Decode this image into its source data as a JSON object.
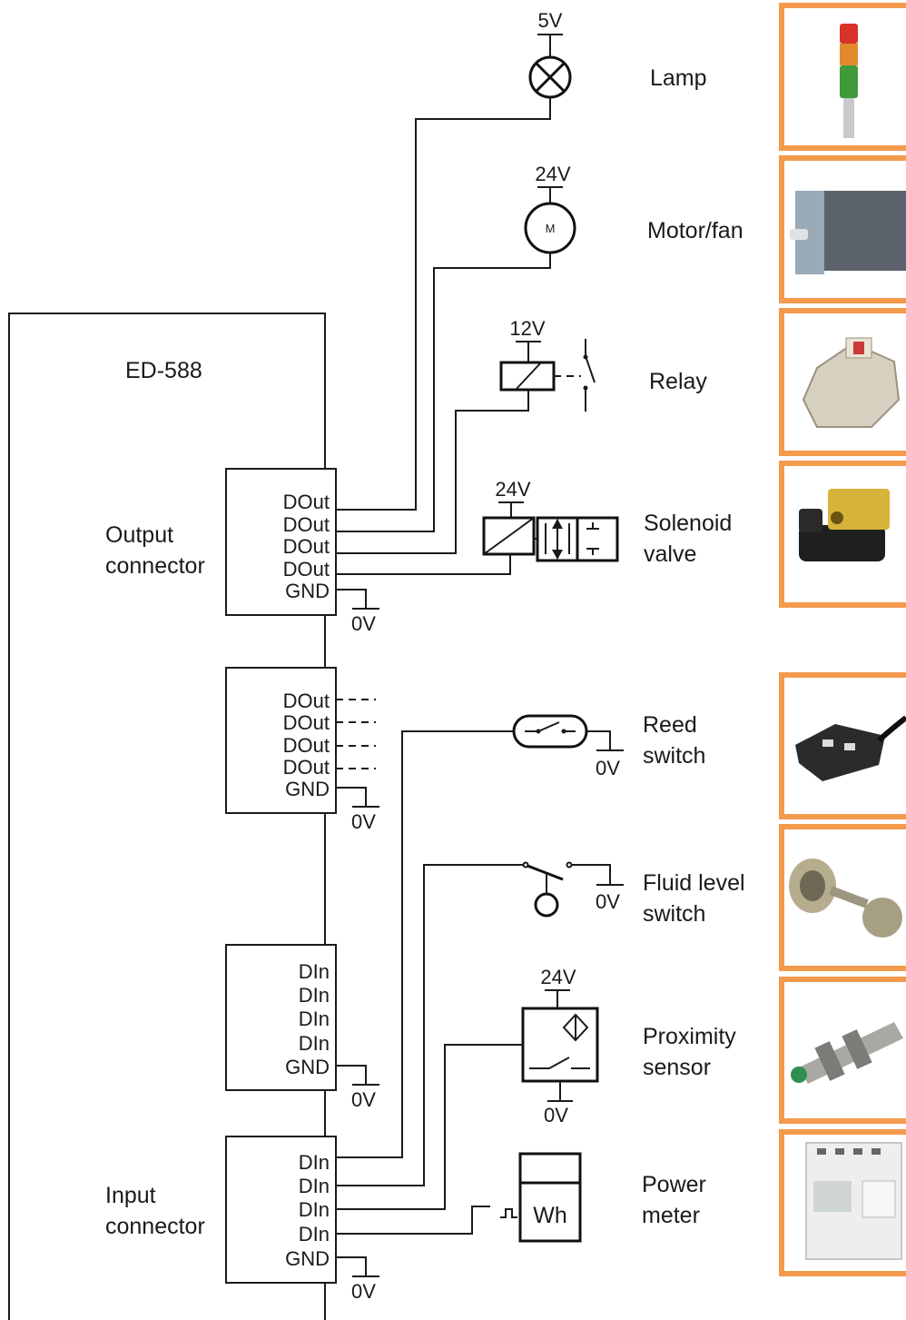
{
  "device": {
    "name": "ED-588"
  },
  "connectors": {
    "output": {
      "label_line1": "Output",
      "label_line2": "connector"
    },
    "input": {
      "label_line1": "Input",
      "label_line2": "connector"
    }
  },
  "pins": {
    "dout": "DOut",
    "din": "DIn",
    "gnd": "GND"
  },
  "ground_label": "0V",
  "voltages": {
    "lamp": "5V",
    "motor": "24V",
    "relay": "12V",
    "solenoid": "24V",
    "proximity": "24V"
  },
  "symbols": {
    "motor": "M",
    "meter": "Wh"
  },
  "devices": {
    "lamp": {
      "line1": "Lamp"
    },
    "motor": {
      "line1": "Motor/fan"
    },
    "relay": {
      "line1": "Relay"
    },
    "solenoid": {
      "line1": "Solenoid",
      "line2": "valve"
    },
    "reed": {
      "line1": "Reed",
      "line2": "switch"
    },
    "fluid": {
      "line1": "Fluid level",
      "line2": "switch"
    },
    "proximity": {
      "line1": "Proximity",
      "line2": "sensor"
    },
    "power": {
      "line1": "Power",
      "line2": "meter"
    }
  },
  "colors": {
    "frame": "#f39a4d",
    "line": "#1a1a1a"
  }
}
